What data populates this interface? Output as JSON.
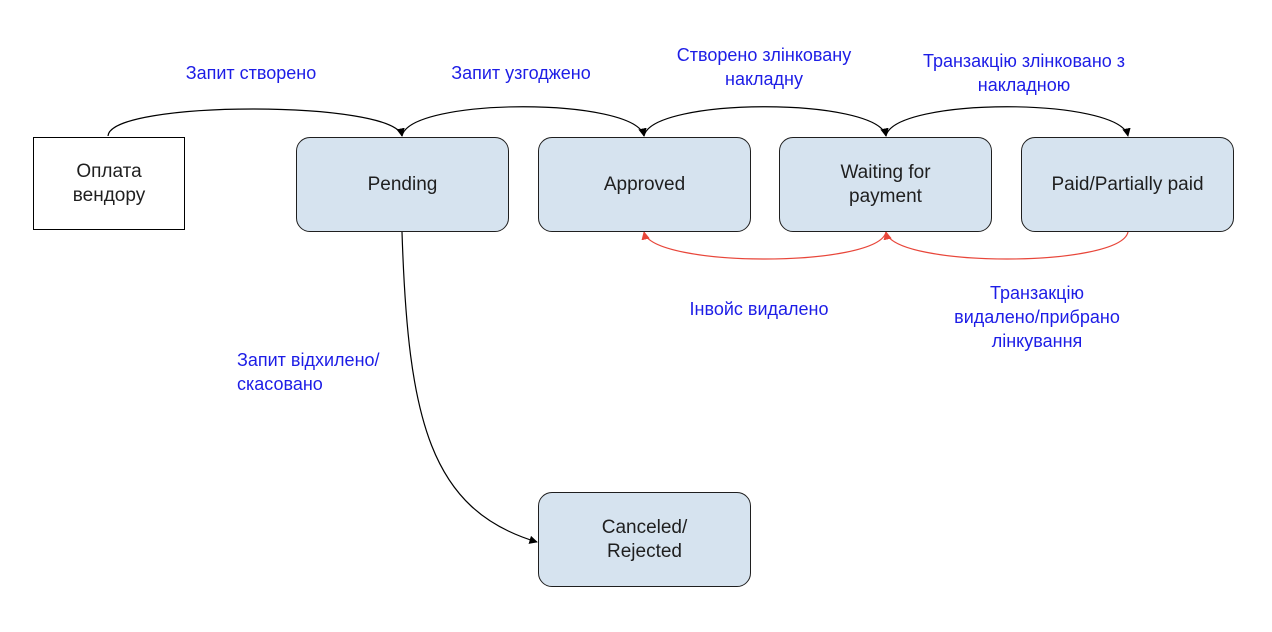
{
  "colors": {
    "state_fill": "#d6e3ef",
    "label_text": "#1d1de6",
    "forward_edge": "#000000",
    "back_edge": "#e8463a"
  },
  "nodes": {
    "vendor_payment": "Оплата\nвендору",
    "pending": "Pending",
    "approved": "Approved",
    "waiting": "Waiting for\npayment",
    "paid": "Paid/Partially paid",
    "canceled": "Canceled/\nRejected"
  },
  "edge_labels": {
    "request_created": "Запит створено",
    "request_approved": "Запит узгоджено",
    "linked_invoice_created": "Створено злінковану\nнакладну",
    "transaction_linked": "Транзакцію злінковано з\nнакладною",
    "invoice_deleted": "Інвойс видалено",
    "transaction_unlinked": "Транзакцію\nвидалено/прибрано\nлінкування",
    "request_rejected": "Запит відхилено/\nскасовано"
  }
}
